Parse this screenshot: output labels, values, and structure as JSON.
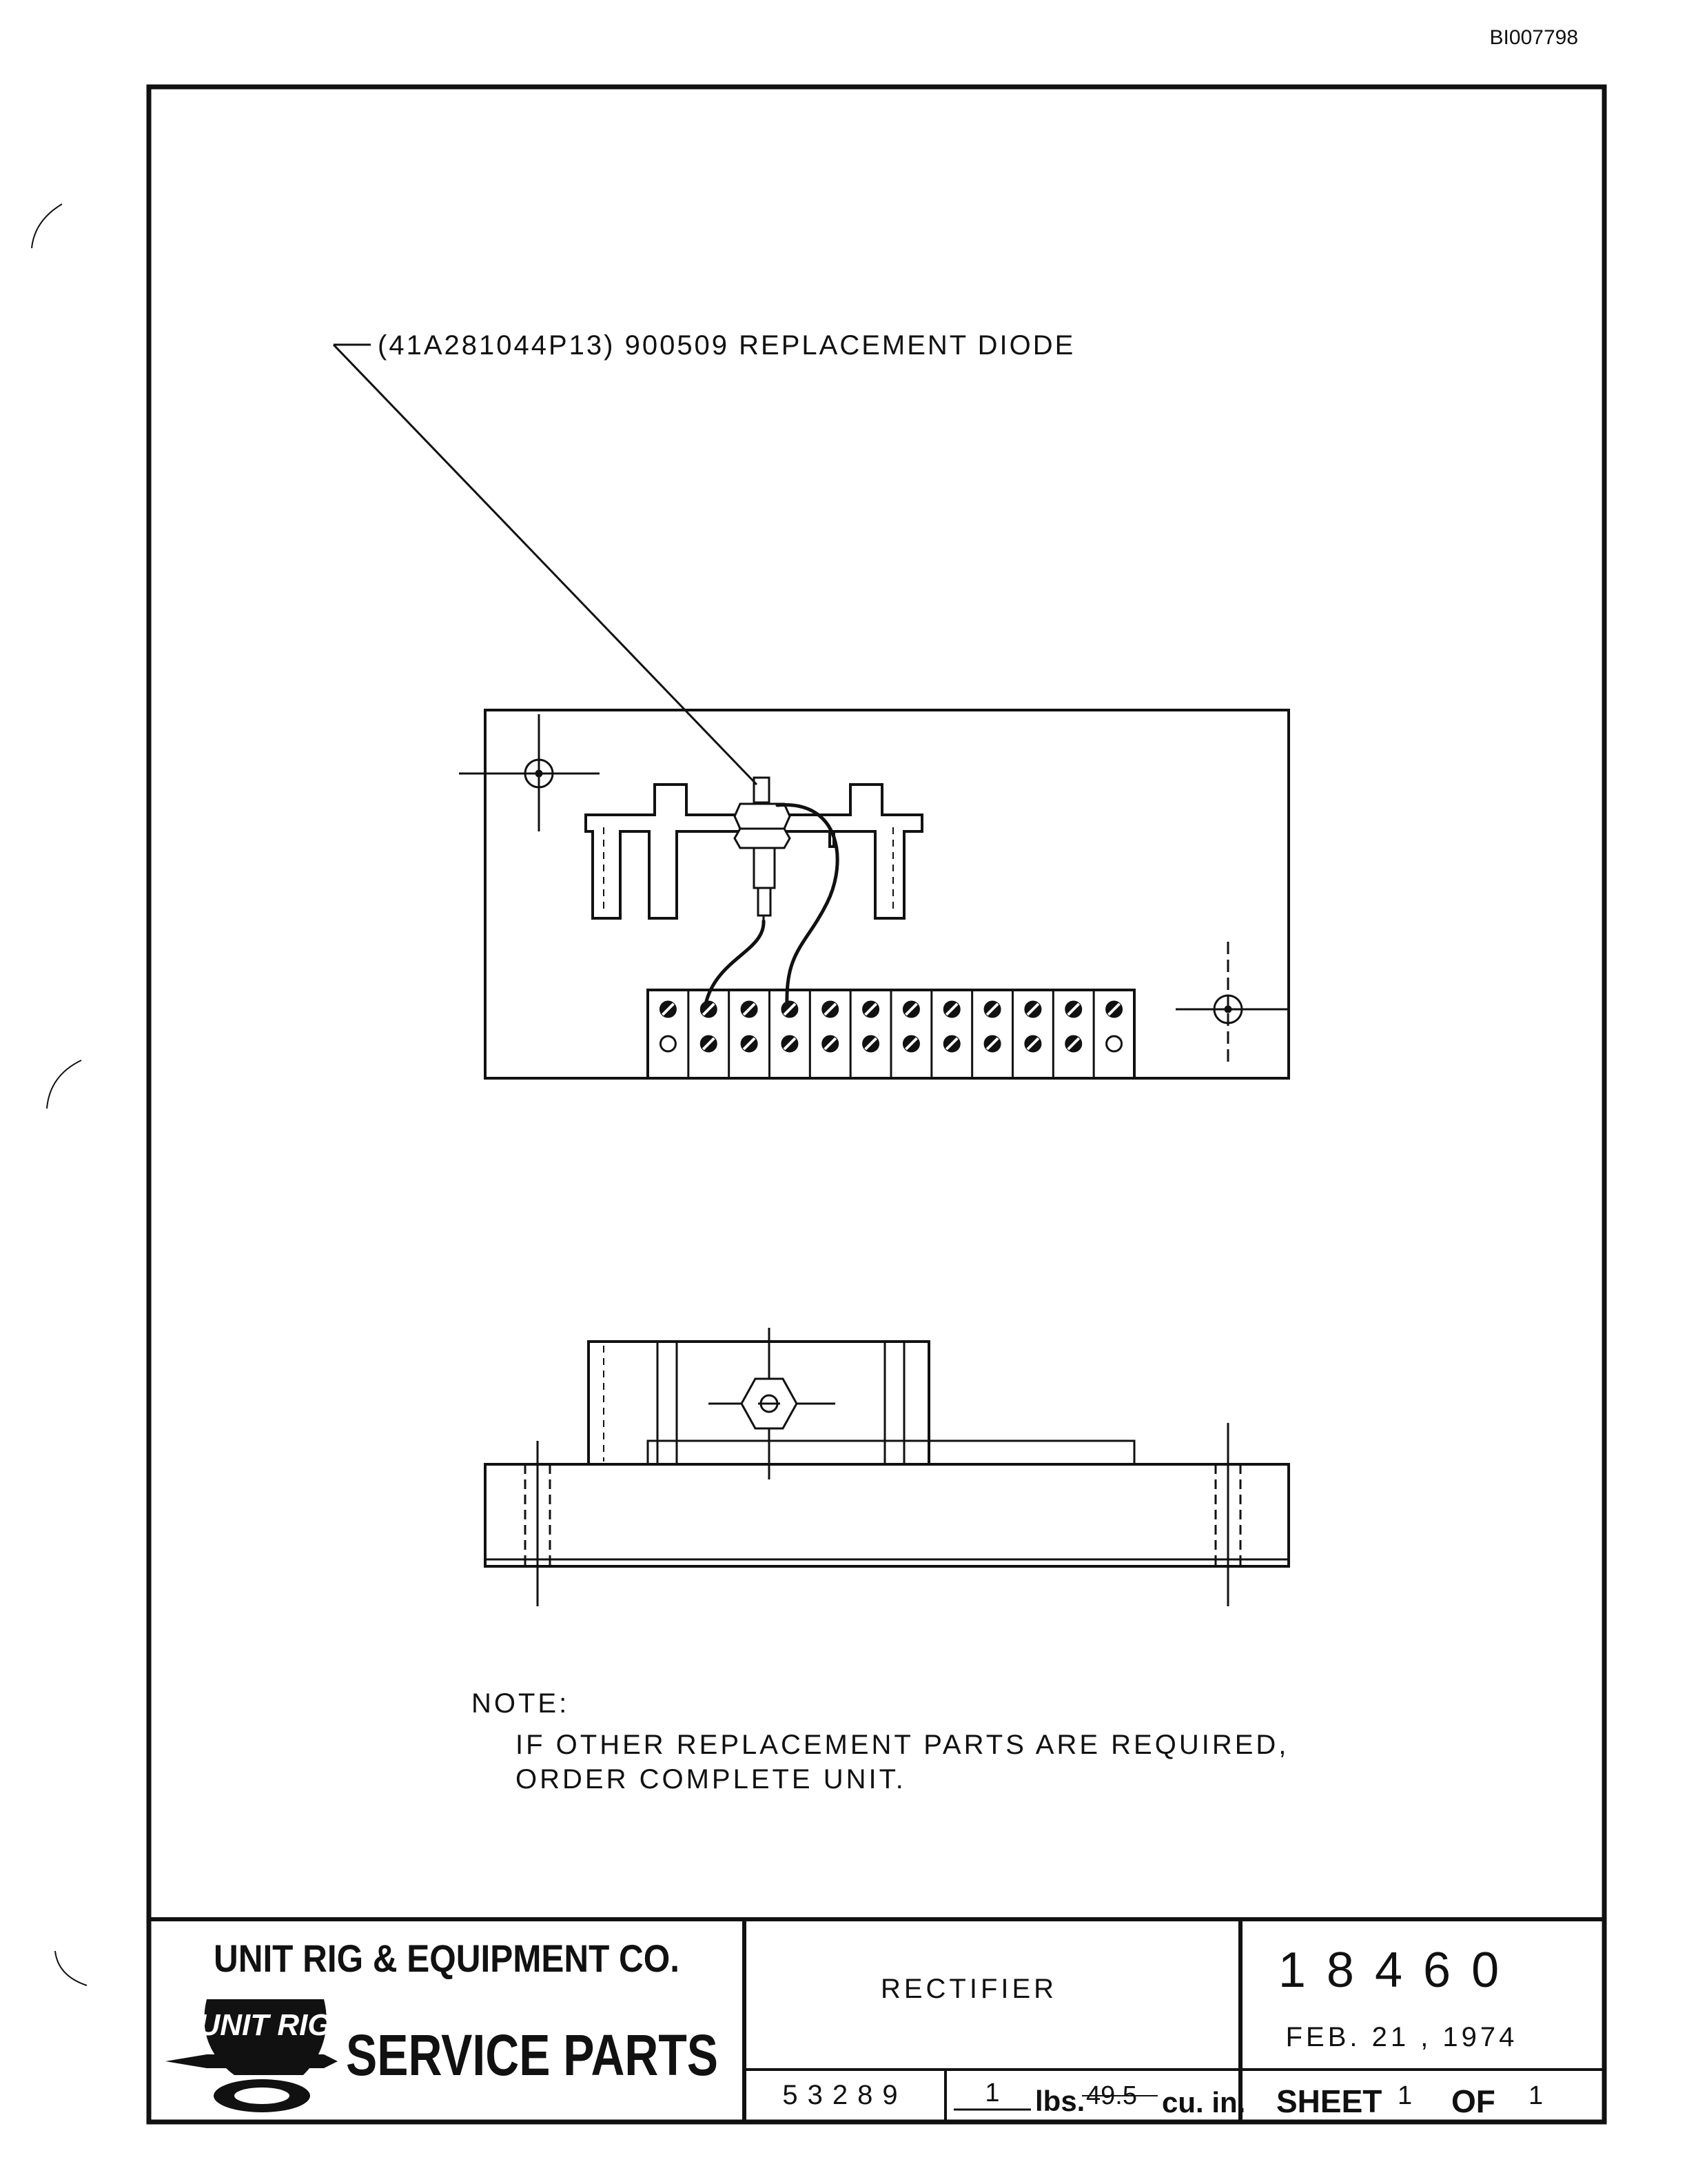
{
  "document_id": "BI007798",
  "callout": {
    "label": "(41A281044P13) 900509 REPLACEMENT DIODE"
  },
  "note": {
    "heading": "NOTE:",
    "line1": "IF OTHER REPLACEMENT PARTS ARE REQUIRED,",
    "line2": "ORDER COMPLETE UNIT."
  },
  "title_block": {
    "company": "UNIT RIG & EQUIPMENT CO.",
    "logo_text": "UNIT RIG",
    "service_parts": "SERVICE PARTS",
    "part_name": "RECTIFIER",
    "drawing_number": "18460",
    "date": "FEB. 21 , 1974",
    "code": "53289",
    "weight": "1",
    "weight_unit": "lbs.",
    "volume": "49.5",
    "volume_unit": "cu. in.",
    "sheet_label": "SHEET",
    "sheet_number": "1",
    "of_label": "OF",
    "sheet_total": "1"
  },
  "terminal_strip": {
    "terminal_count": 12
  }
}
